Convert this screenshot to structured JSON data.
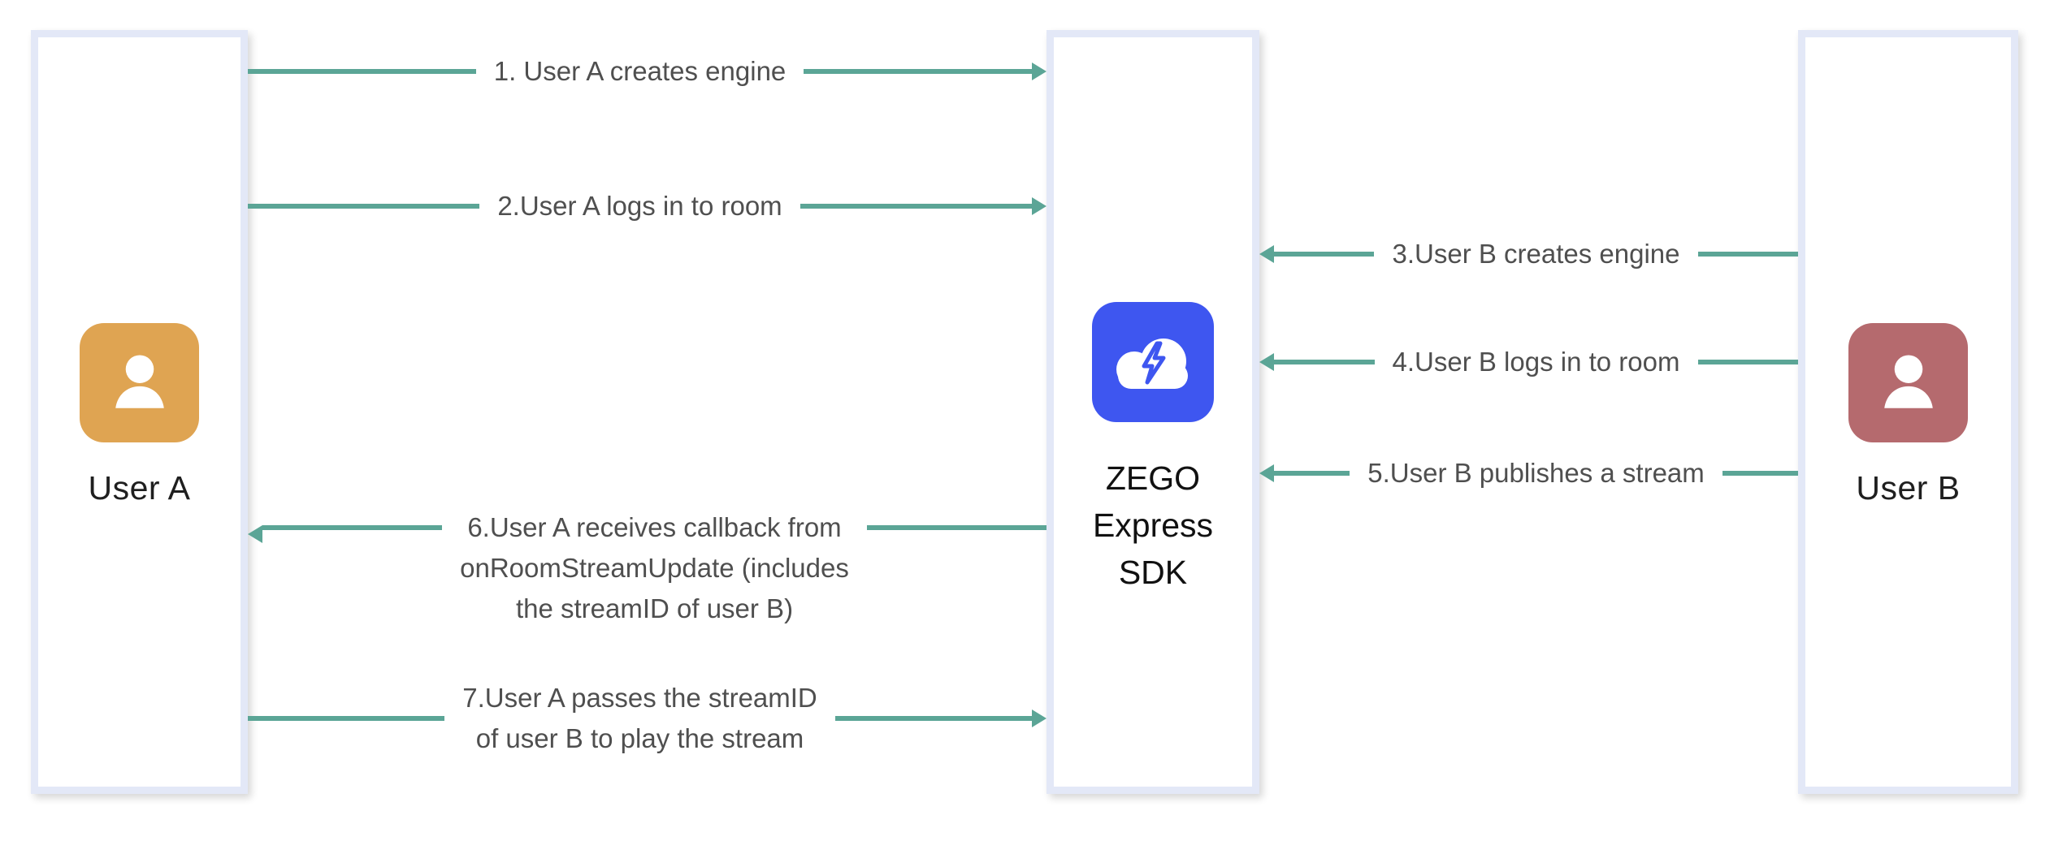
{
  "diagram": {
    "accent_teal": "#5ba596",
    "lifelines": {
      "user_a": {
        "name": "User A",
        "icon_color": "#dfa452"
      },
      "sdk": {
        "name_lines": [
          "ZEGO",
          "Express",
          "SDK"
        ],
        "icon_color": "#3e56f0"
      },
      "user_b": {
        "name": "User B",
        "icon_color": "#b56a6e"
      }
    },
    "messages": [
      {
        "lines": [
          "1. User A creates engine"
        ],
        "from": "User A",
        "to": "ZEGO Express SDK"
      },
      {
        "lines": [
          "2.User A logs in to room"
        ],
        "from": "User A",
        "to": "ZEGO Express SDK"
      },
      {
        "lines": [
          "3.User B creates engine"
        ],
        "from": "User B",
        "to": "ZEGO Express SDK"
      },
      {
        "lines": [
          "4.User B logs in to room"
        ],
        "from": "User B",
        "to": "ZEGO Express SDK"
      },
      {
        "lines": [
          "5.User B publishes a stream"
        ],
        "from": "User B",
        "to": "ZEGO Express SDK"
      },
      {
        "lines": [
          "6.User A receives callback from",
          "onRoomStreamUpdate (includes",
          "the streamID of user B)"
        ],
        "from": "ZEGO Express SDK",
        "to": "User A"
      },
      {
        "lines": [
          "7.User A passes the streamID",
          "of user B to play the stream"
        ],
        "from": "User A",
        "to": "ZEGO Express SDK"
      }
    ]
  }
}
